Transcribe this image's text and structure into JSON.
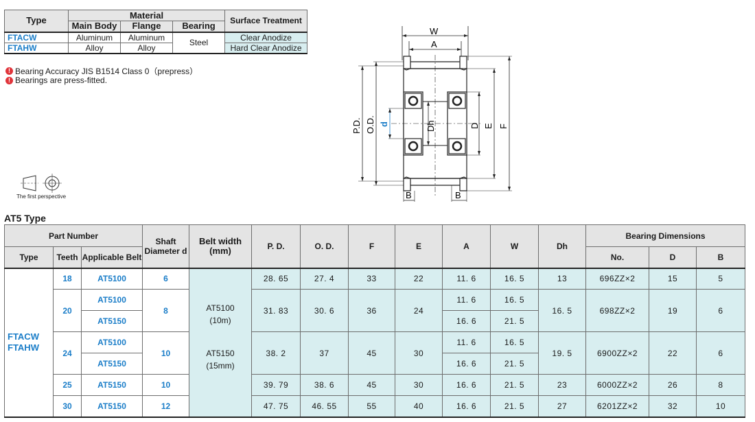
{
  "material_table": {
    "headers": {
      "type": "Type",
      "material": "Material",
      "main_body": "Main Body",
      "flange": "Flange",
      "bearing": "Bearing",
      "surface": "Surface Treatment"
    },
    "rows": [
      {
        "type": "FTACW",
        "main_body": "Aluminum",
        "flange": "Aluminum",
        "surface": "Clear Anodize"
      },
      {
        "type": "FTAHW",
        "main_body": "Alloy",
        "flange": "Alloy",
        "surface": "Hard Clear Anodize"
      }
    ],
    "bearing_value": "Steel"
  },
  "notes": [
    "Bearing Accuracy JIS B1514 Class 0（prepress）",
    "Bearings are press-fitted."
  ],
  "perspective_label": "The first perspective",
  "drawing_labels": {
    "w": "W",
    "a": "A",
    "pd": "P.D.",
    "od": "O.D.",
    "d": "d",
    "dh": "Dh",
    "dd": "D",
    "e": "E",
    "f": "F",
    "b1": "B",
    "b2": "B"
  },
  "section_title": "AT5 Type",
  "spec_table": {
    "headers": {
      "part_number": "Part Number",
      "type": "Type",
      "teeth": "Teeth",
      "applicable_belt": "Applicable Belt",
      "shaft_l1": "Shaft",
      "shaft_l2": "Diameter d",
      "belt_width_l1": "Belt width",
      "belt_width_l2": "(mm)",
      "pd": "P. D.",
      "od": "O. D.",
      "f": "F",
      "e": "E",
      "a": "A",
      "w": "W",
      "dh": "Dh",
      "bearing_dims": "Bearing Dimensions",
      "no": "No.",
      "d": "D",
      "b": "B"
    },
    "type_lines": [
      "FTACW",
      "FTAHW"
    ],
    "belt_width_1": [
      "AT5100",
      "(10m)"
    ],
    "belt_width_2": [
      "AT5150",
      "(15mm)"
    ],
    "rows": [
      {
        "teeth": "18",
        "belt": "AT5100",
        "shaft": "6",
        "pd": "28. 65",
        "od": "27. 4",
        "f": "33",
        "e": "22",
        "a": "11. 6",
        "w": "16. 5",
        "dh": "13",
        "no": "696ZZ×2",
        "d": "15",
        "b": "5"
      },
      {
        "teeth": "20",
        "belt": "AT5100",
        "shaft": "8",
        "pd": "31. 83",
        "od": "30. 6",
        "f": "36",
        "e": "24",
        "a": "11. 6",
        "w": "16. 5",
        "dh": "16. 5",
        "no": "698ZZ×2",
        "d": "19",
        "b": "6"
      },
      {
        "belt": "AT5150",
        "a": "16. 6",
        "w": "21. 5"
      },
      {
        "teeth": "24",
        "belt": "AT5100",
        "shaft": "10",
        "pd": "38. 2",
        "od": "37",
        "f": "45",
        "e": "30",
        "a": "11. 6",
        "w": "16. 5",
        "dh": "19. 5",
        "no": "6900ZZ×2",
        "d": "22",
        "b": "6"
      },
      {
        "belt": "AT5150",
        "a": "16. 6",
        "w": "21. 5"
      },
      {
        "teeth": "25",
        "belt": "AT5150",
        "shaft": "10",
        "pd": "39. 79",
        "od": "38. 6",
        "f": "45",
        "e": "30",
        "a": "16. 6",
        "w": "21. 5",
        "dh": "23",
        "no": "6000ZZ×2",
        "d": "26",
        "b": "8"
      },
      {
        "teeth": "30",
        "belt": "AT5150",
        "shaft": "12",
        "pd": "47. 75",
        "od": "46. 55",
        "f": "55",
        "e": "40",
        "a": "16. 6",
        "w": "21. 5",
        "dh": "27",
        "no": "6201ZZ×2",
        "d": "32",
        "b": "10"
      }
    ]
  }
}
